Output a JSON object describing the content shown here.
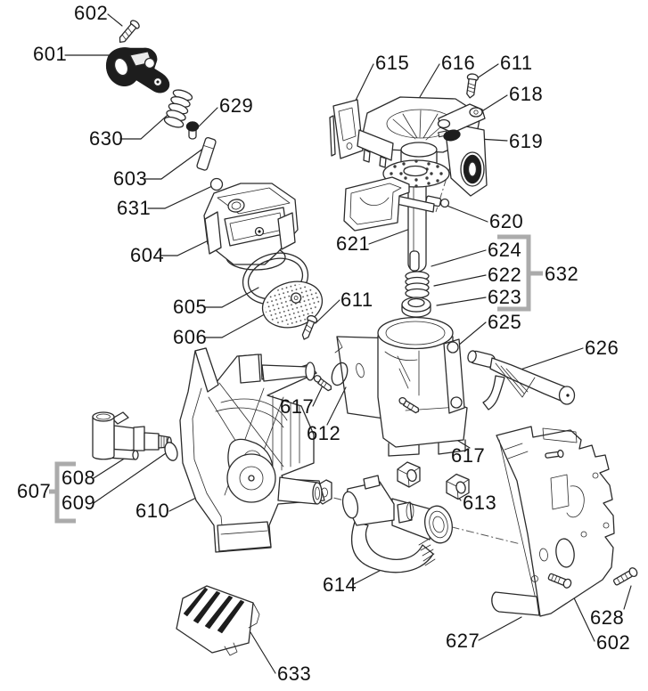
{
  "figure": {
    "kind": "exploded-parts-diagram",
    "style": "black line art on white, numbered callouts with leader lines",
    "colors": {
      "background": "#ffffff",
      "line": "#2b2b2b",
      "label_text": "#111111",
      "dark_fill": "#1d1d1d",
      "group_bracket": "#ababab"
    }
  },
  "labels": [
    {
      "text": "602",
      "depicts": "small screw (top)"
    },
    {
      "text": "601",
      "depicts": "dark lever with cup end"
    },
    {
      "text": "629",
      "depicts": "small dark plug screw"
    },
    {
      "text": "630",
      "depicts": "coil spring"
    },
    {
      "text": "603",
      "depicts": "cylindrical pin"
    },
    {
      "text": "631",
      "depicts": "small ball"
    },
    {
      "text": "604",
      "depicts": "flanged housing block"
    },
    {
      "text": "605",
      "depicts": "o-ring"
    },
    {
      "text": "606",
      "depicts": "perforated disc"
    },
    {
      "text": "615",
      "depicts": "flat bracket plate"
    },
    {
      "text": "616",
      "depicts": "funnel collar"
    },
    {
      "text": "611",
      "depicts": "screw (top)"
    },
    {
      "text": "618",
      "depicts": "link arm"
    },
    {
      "text": "619",
      "depicts": "dark knob"
    },
    {
      "text": "620",
      "depicts": "pin on shower-disc shaft"
    },
    {
      "text": "621",
      "depicts": "open support frame"
    },
    {
      "text": "624",
      "depicts": "piston shaft"
    },
    {
      "text": "622",
      "depicts": "coil spring"
    },
    {
      "text": "623",
      "depicts": "seal cup"
    },
    {
      "text": "632",
      "depicts": "group bracket for 624/622/623"
    },
    {
      "text": "625",
      "depicts": "brew chamber block"
    },
    {
      "text": "626",
      "depicts": "release lever arm"
    },
    {
      "text": "611",
      "depicts": "screw (middle)"
    },
    {
      "text": "617",
      "depicts": "screw (left)"
    },
    {
      "text": "612",
      "depicts": "thin gasket plate"
    },
    {
      "text": "617",
      "depicts": "screw (right)"
    },
    {
      "text": "613",
      "depicts": "square nut blocks"
    },
    {
      "text": "608",
      "depicts": "valve body with threaded tip"
    },
    {
      "text": "607",
      "depicts": "group bracket for 608/609"
    },
    {
      "text": "609",
      "depicts": "oval o-ring"
    },
    {
      "text": "610",
      "depicts": "main support frame"
    },
    {
      "text": "614",
      "depicts": "pipe elbow assembly"
    },
    {
      "text": "627",
      "depicts": "side panel plate"
    },
    {
      "text": "628",
      "depicts": "screw (bottom right)"
    },
    {
      "text": "602",
      "depicts": "small screw (bottom)"
    },
    {
      "text": "633",
      "depicts": "ribbed cover wedge"
    }
  ],
  "bracket_groups": [
    {
      "label": "632",
      "members": [
        "624",
        "622",
        "623"
      ]
    },
    {
      "label": "607",
      "members": [
        "608",
        "609"
      ]
    }
  ]
}
